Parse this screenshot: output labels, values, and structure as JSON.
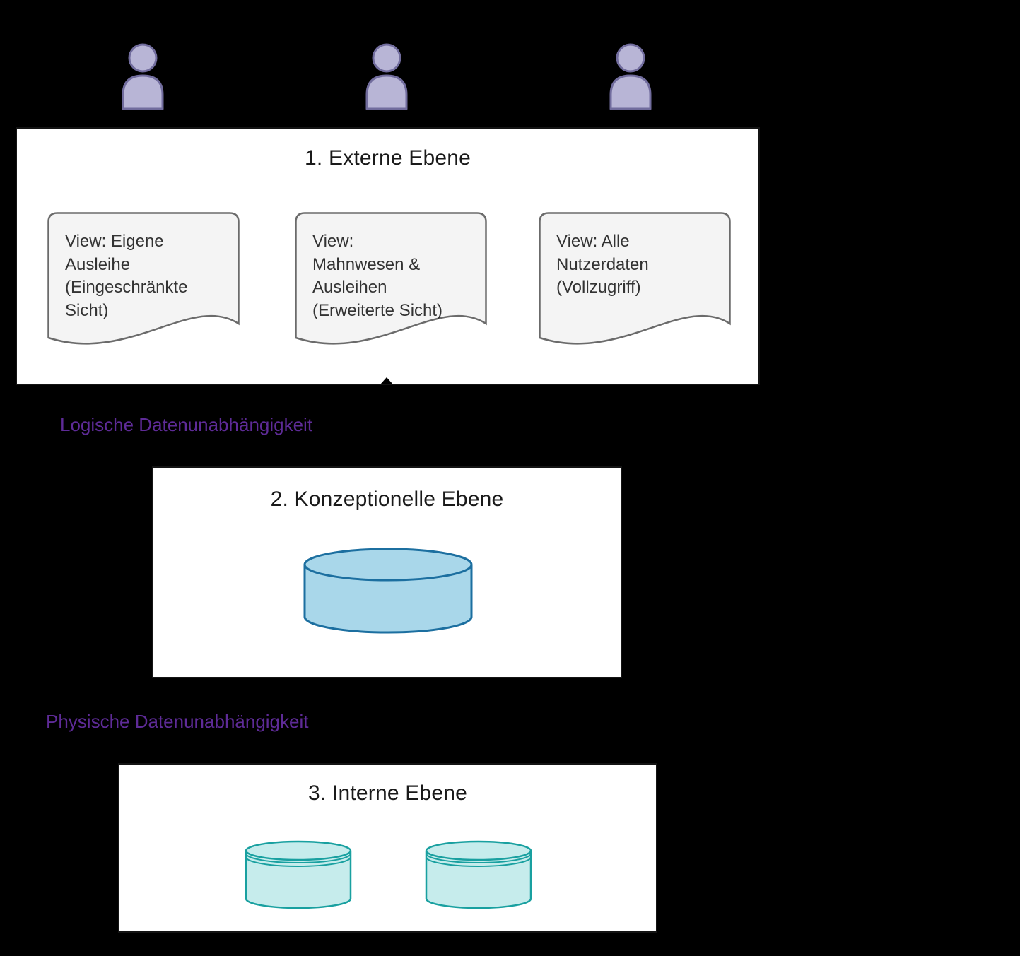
{
  "external_level": {
    "title": "1. Externe Ebene",
    "views": [
      {
        "text": "View: Eigene\nAusleihe\n(Eingeschränkte\nSicht)"
      },
      {
        "text": "View:\nMahnwesen &\nAusleihen\n(Erweiterte Sicht)"
      },
      {
        "text": "View: Alle\nNutzerdaten\n(Vollzugriff)"
      }
    ]
  },
  "independence_labels": {
    "logical": "Logische Datenunabhängigkeit",
    "physical": "Physische Datenunabhängigkeit"
  },
  "conceptual_level": {
    "title": "2. Konzeptionelle Ebene"
  },
  "internal_level": {
    "title": "3. Interne Ebene"
  },
  "icons": {
    "user": "user-icon",
    "view_document": "document-shape-icon",
    "conceptual_database": "database-cylinder-icon",
    "internal_storage": "storage-cylinder-icon"
  },
  "colors": {
    "background": "#000000",
    "panel_fill": "#ffffff",
    "document_fill": "#f4f4f4",
    "document_stroke": "#6b6b6b",
    "user_fill": "#b8b5d6",
    "user_stroke": "#716c9d",
    "conceptual_db_fill": "#a9d7ea",
    "conceptual_db_stroke": "#1c6fa0",
    "internal_db_fill": "#c6ecec",
    "internal_db_stroke": "#19a0a0",
    "label_color": "#5e2b97",
    "title_color": "#1a1a1a",
    "doc_text_color": "#333333"
  }
}
